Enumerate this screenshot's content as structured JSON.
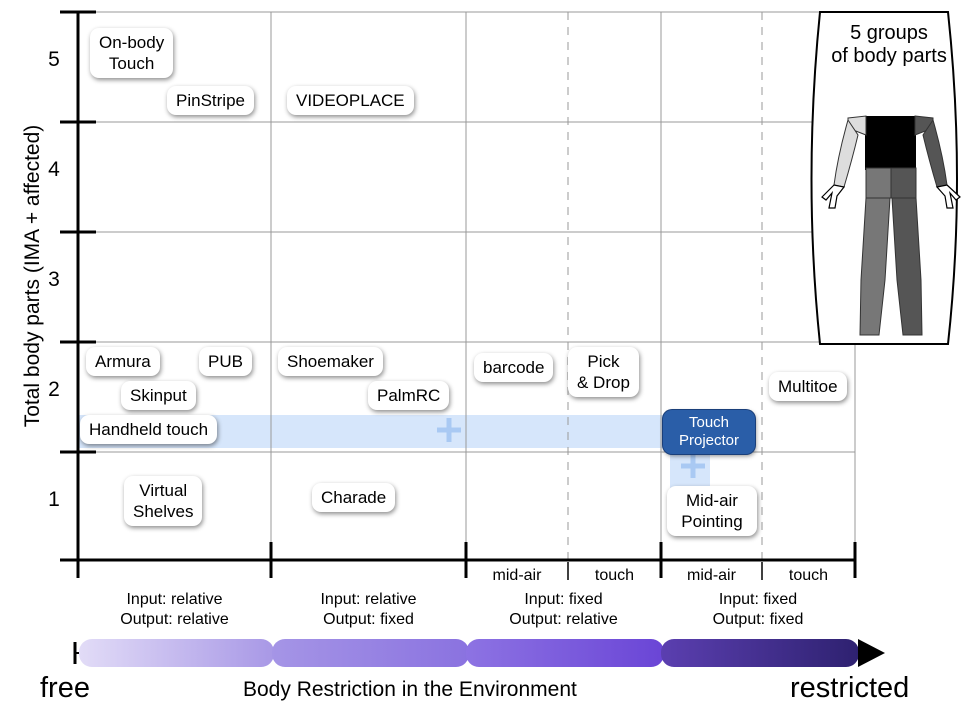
{
  "y_axis": {
    "label": "Total body parts (IMA + affected)",
    "ticks": [
      "1",
      "2",
      "3",
      "4",
      "5"
    ]
  },
  "x_axis": {
    "label": "Body Restriction in the Environment",
    "left_end": "free",
    "right_end": "restricted"
  },
  "columns": [
    {
      "input": "Input: relative",
      "output": "Output: relative"
    },
    {
      "input": "Input: relative",
      "output": "Output: fixed"
    },
    {
      "input": "Input: fixed",
      "output": "Output: relative",
      "sub": [
        "mid-air",
        "touch"
      ]
    },
    {
      "input": "Input: fixed",
      "output": "Output: fixed",
      "sub": [
        "mid-air",
        "touch"
      ]
    }
  ],
  "systems": {
    "on_body_touch": "On-body\nTouch",
    "pinstripe": "PinStripe",
    "videoplace": "VIDEOPLACE",
    "armura": "Armura",
    "pub": "PUB",
    "skinput": "Skinput",
    "shoemaker": "Shoemaker",
    "palmrc": "PalmRC",
    "barcode": "barcode",
    "pick_drop": "Pick\n& Drop",
    "multitoe": "Multitoe",
    "handheld_touch": "Handheld touch",
    "touch_projector": "Touch\nProjector",
    "virtual_shelves": "Virtual\nShelves",
    "charade": "Charade",
    "mid_air_pointing": "Mid-air\nPointing"
  },
  "body_figure": {
    "title": "5 groups\nof body parts"
  },
  "colors": {
    "grid": "#999999",
    "highlight": "#d6e6fb",
    "plus": "#a9c9f3",
    "touch_projector": "#2a5ea8"
  }
}
